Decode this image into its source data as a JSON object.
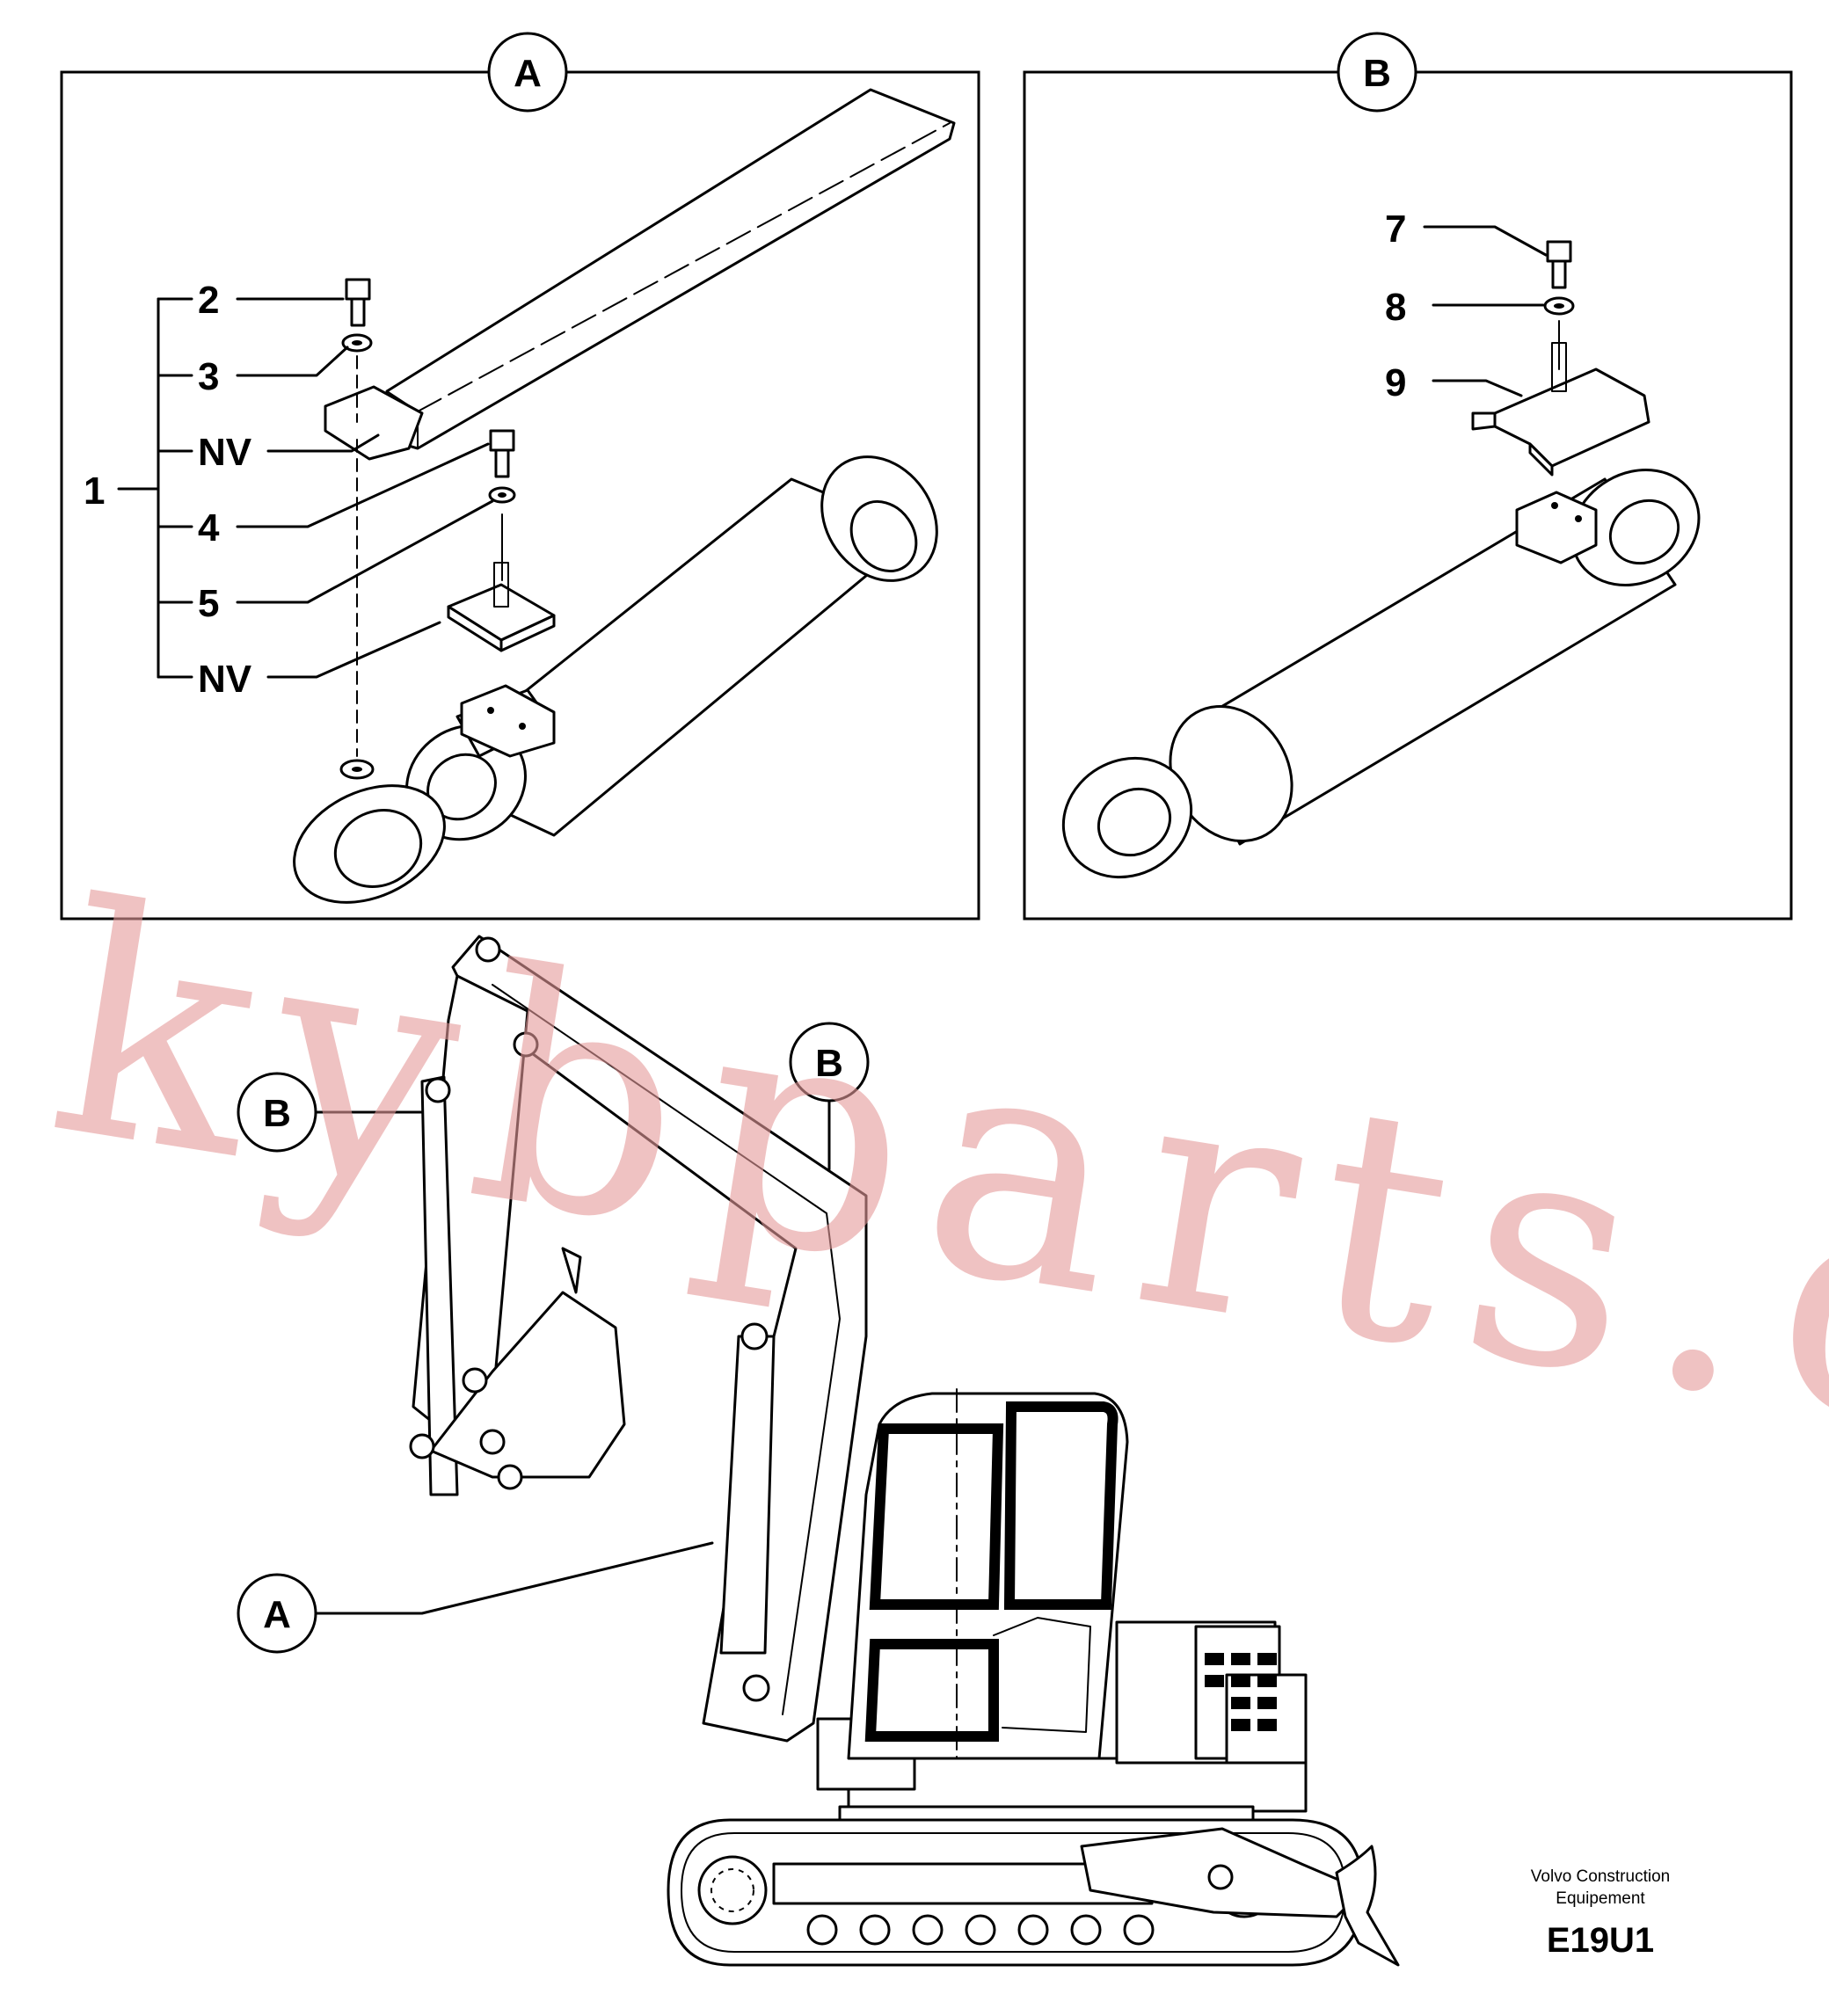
{
  "detail_a": {
    "callout": "A",
    "labels": [
      "1",
      "2",
      "3",
      "NV",
      "4",
      "5",
      "NV"
    ]
  },
  "detail_b": {
    "callout": "B",
    "labels": [
      "7",
      "8",
      "9"
    ]
  },
  "overview": {
    "callout_b_left": "B",
    "callout_b_top": "B",
    "callout_a": "A"
  },
  "watermark": "kybparts.com",
  "credit": {
    "line1": "Volvo Construction",
    "line2": "Equipement",
    "code": "E19U1"
  },
  "colors": {
    "line": "#000000",
    "background": "#ffffff",
    "watermark": "#e59a9a"
  }
}
